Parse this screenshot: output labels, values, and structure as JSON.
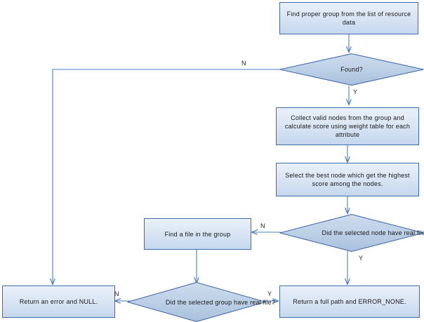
{
  "diagram": {
    "type": "flowchart",
    "title": "",
    "theme": {
      "background": "#ffffff",
      "process_fill_top": "#e9f0f9",
      "process_fill_bottom": "#c5d7ee",
      "decision_fill_top": "#c7d8ec",
      "decision_fill_bottom": "#aec4e0",
      "border": "#3f6caa",
      "connector": "#4a7ebb",
      "text": "#1a1a1a"
    },
    "nodes": [
      {
        "id": "find-group",
        "shape": "process",
        "label": "Find proper group from the list of resource data"
      },
      {
        "id": "found",
        "shape": "decision",
        "label": "Found?"
      },
      {
        "id": "collect-nodes",
        "shape": "process",
        "label": "Collect valid nodes from the group and calculate score using weight table for each attribute"
      },
      {
        "id": "select-best",
        "shape": "process",
        "label": "Select the best node which get the highest score among the nodes."
      },
      {
        "id": "node-has-file",
        "shape": "decision",
        "label": "Did the selected node have real file?"
      },
      {
        "id": "find-file",
        "shape": "process",
        "label": "Find a file in the group"
      },
      {
        "id": "group-has-file",
        "shape": "decision",
        "label": "Did the selected group have real file?"
      },
      {
        "id": "return-error",
        "shape": "process",
        "label": "Return an error and NULL."
      },
      {
        "id": "return-path",
        "shape": "process",
        "label": "Return a full path and ERROR_NONE."
      }
    ],
    "edge_labels": {
      "found_no": "N",
      "found_yes": "Y",
      "node_has_file_no": "N",
      "node_has_file_yes": "Y",
      "group_has_file_no": "N",
      "group_has_file_yes": "Y"
    },
    "edges": [
      {
        "from": "find-group",
        "to": "found",
        "label": ""
      },
      {
        "from": "found",
        "to": "return-error",
        "label": "N"
      },
      {
        "from": "found",
        "to": "collect-nodes",
        "label": "Y"
      },
      {
        "from": "collect-nodes",
        "to": "select-best",
        "label": ""
      },
      {
        "from": "select-best",
        "to": "node-has-file",
        "label": ""
      },
      {
        "from": "node-has-file",
        "to": "find-file",
        "label": "N"
      },
      {
        "from": "node-has-file",
        "to": "return-path",
        "label": "Y"
      },
      {
        "from": "find-file",
        "to": "group-has-file",
        "label": ""
      },
      {
        "from": "group-has-file",
        "to": "return-error",
        "label": "N"
      },
      {
        "from": "group-has-file",
        "to": "return-path",
        "label": "Y"
      }
    ]
  }
}
